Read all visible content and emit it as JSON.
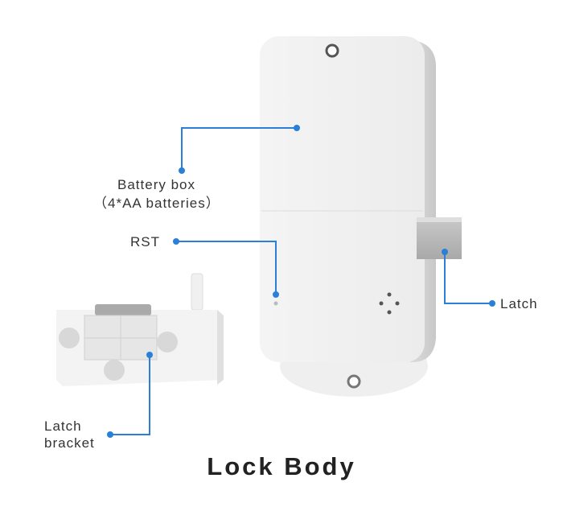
{
  "title": "Lock Body",
  "labels": {
    "battery_box": "Battery box",
    "battery_sub": "（4*AA batteries）",
    "rst": "RST",
    "latch": "Latch",
    "latch_bracket_1": "Latch",
    "latch_bracket_2": "bracket"
  },
  "colors": {
    "callout": "#2a7fd8",
    "body": "#f2f2f2"
  }
}
